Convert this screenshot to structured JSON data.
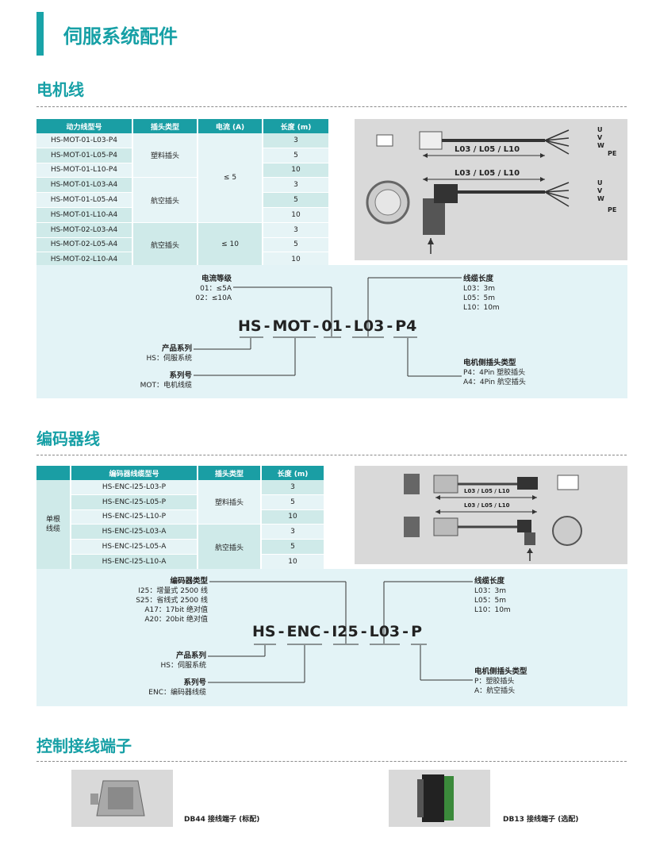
{
  "page_title": "伺服系统配件",
  "motor": {
    "title": "电机线",
    "headers": [
      "动力线型号",
      "插头类型",
      "电流 (A)",
      "长度 (m)"
    ],
    "models": [
      "HS-MOT-01-L03-P4",
      "HS-MOT-01-L05-P4",
      "HS-MOT-01-L10-P4",
      "HS-MOT-01-L03-A4",
      "HS-MOT-01-L05-A4",
      "HS-MOT-01-L10-A4",
      "HS-MOT-02-L03-A4",
      "HS-MOT-02-L05-A4",
      "HS-MOT-02-L10-A4"
    ],
    "lengths": [
      "3",
      "5",
      "10",
      "3",
      "5",
      "10",
      "3",
      "5",
      "10"
    ],
    "plug_plastic": "塑料插头",
    "plug_aviation": "航空插头",
    "plug_aviation2": "航空插头",
    "current_1": "≤ 5",
    "current_2": "≤ 10",
    "diagram": {
      "len1": "L03 / L05 / L10",
      "len2": "L03 / L05 / L10",
      "u": "U",
      "v": "V",
      "w": "W",
      "pe": "PE"
    },
    "code": {
      "hs": "HS",
      "mot": "MOT",
      "n01": "01",
      "l03": "L03",
      "p4": "P4",
      "sep": "-",
      "current_title": "电流等级",
      "current_l1": "01：≤5A",
      "current_l2": "02：≤10A",
      "len_title": "线缆长度",
      "len_l1": "L03：3m",
      "len_l2": "L05：5m",
      "len_l3": "L10：10m",
      "series_title": "产品系列",
      "series_l1": "HS：伺服系统",
      "num_title": "系列号",
      "num_l1": "MOT：电机线缆",
      "plug_title": "电机侧插头类型",
      "plug_l1": "P4：4Pin 塑胶插头",
      "plug_l2": "A4：4Pin 航空插头"
    }
  },
  "encoder": {
    "title": "编码器线",
    "headers": [
      "编码器线缆型号",
      "插头类型",
      "长度 (m)"
    ],
    "side": "单根\n线缆",
    "models": [
      "HS-ENC-I25-L03-P",
      "HS-ENC-I25-L05-P",
      "HS-ENC-I25-L10-P",
      "HS-ENC-I25-L03-A",
      "HS-ENC-I25-L05-A",
      "HS-ENC-I25-L10-A"
    ],
    "lengths": [
      "3",
      "5",
      "10",
      "3",
      "5",
      "10"
    ],
    "plug_plastic": "塑料插头",
    "plug_aviation": "航空插头",
    "diagram": {
      "len1": "L03 / L05 / L10",
      "len2": "L03 / L05 / L10"
    },
    "code": {
      "hs": "HS",
      "enc": "ENC",
      "i25": "I25",
      "l03": "L03",
      "p": "P",
      "sep": "-",
      "type_title": "编码器类型",
      "type_l1": "I25：增量式 2500 线",
      "type_l2": "S25：省线式 2500 线",
      "type_l3": "A17：17bit 绝对值",
      "type_l4": "A20：20bit 绝对值",
      "len_title": "线缆长度",
      "len_l1": "L03：3m",
      "len_l2": "L05：5m",
      "len_l3": "L10：10m",
      "series_title": "产品系列",
      "series_l1": "HS：伺服系统",
      "num_title": "系列号",
      "num_l1": "ENC：编码器线缆",
      "plug_title": "电机侧插头类型",
      "plug_l1": "P：塑胶插头",
      "plug_l2": "A：航空插头"
    }
  },
  "terminal": {
    "title": "控制接线端子",
    "db44": "DB44 接线端子 (标配)",
    "db13": "DB13 接线端子 (选配)"
  }
}
